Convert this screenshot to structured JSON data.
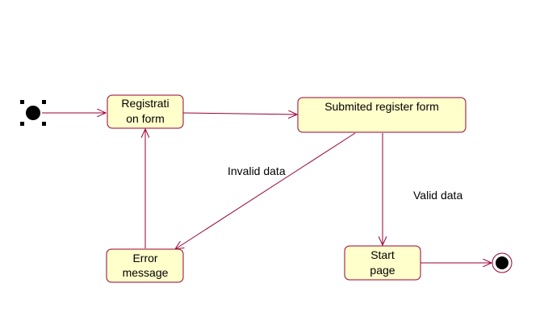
{
  "diagram": {
    "states": {
      "registration_form": {
        "line1": "Registrati",
        "line2": "on form"
      },
      "submitted_form": {
        "label": "Submited register form"
      },
      "error_message": {
        "line1": "Error",
        "line2": "message"
      },
      "start_page": {
        "line1": "Start",
        "line2": "page"
      }
    },
    "transitions": {
      "invalid_data": "Invalid data",
      "valid_data": "Valid data"
    }
  },
  "colors": {
    "state_fill": "#ffffcc",
    "state_border": "#990033",
    "arrow": "#990033",
    "text": "#000000",
    "node_fill": "#000000"
  }
}
